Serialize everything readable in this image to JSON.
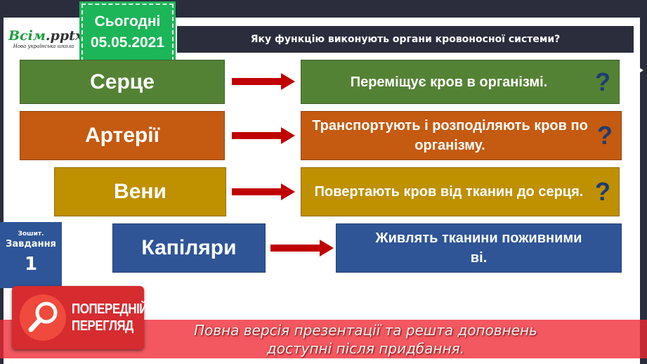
{
  "logo": {
    "brand_main": "Всім",
    "brand_ext": ".pptx",
    "tagline": "Нова українська школа"
  },
  "date": {
    "label": "Сьогодні",
    "value": "05.05.2021"
  },
  "title": "Яку функцію виконують органи кровоносної системи?",
  "rows": [
    {
      "organ": "Серце",
      "function": "Переміщує кров в організмі.",
      "color": "#548235"
    },
    {
      "organ": "Артерії",
      "function": "Транспортують і розподіляють кров по організму.",
      "color": "#c55a11"
    },
    {
      "organ": "Вени",
      "function": "Повертають кров від тканин до серця.",
      "color": "#bf9000"
    },
    {
      "organ": "Капіляри",
      "function": "Живлять тканини поживними",
      "function_hidden_tail": "ві.",
      "color": "#2f5597"
    }
  ],
  "question_mark": "?",
  "task": {
    "notebook": "Зошит.",
    "label": "Завдання",
    "number": "1"
  },
  "preview": {
    "line1": "ПОПЕРЕДНІЙ",
    "line2": "ПЕРЕГЛЯД",
    "icon": "magnifier-icon"
  },
  "banner": {
    "line1": "Повна версія презентації та решта доповнень",
    "line2": "доступні після придбання."
  },
  "colors": {
    "arrow": "#c00000",
    "frame": "#2b2d3d",
    "question": "#1f3c73"
  }
}
